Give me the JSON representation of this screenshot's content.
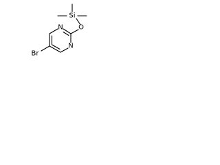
{
  "molecule": {
    "atoms": {
      "bromine": "Br",
      "nitrogen_top": "N",
      "nitrogen_bottom": "N",
      "oxygen": "O",
      "silicon": "Si"
    }
  },
  "colors": {
    "background": "#ffffff",
    "ink": "#000000"
  }
}
